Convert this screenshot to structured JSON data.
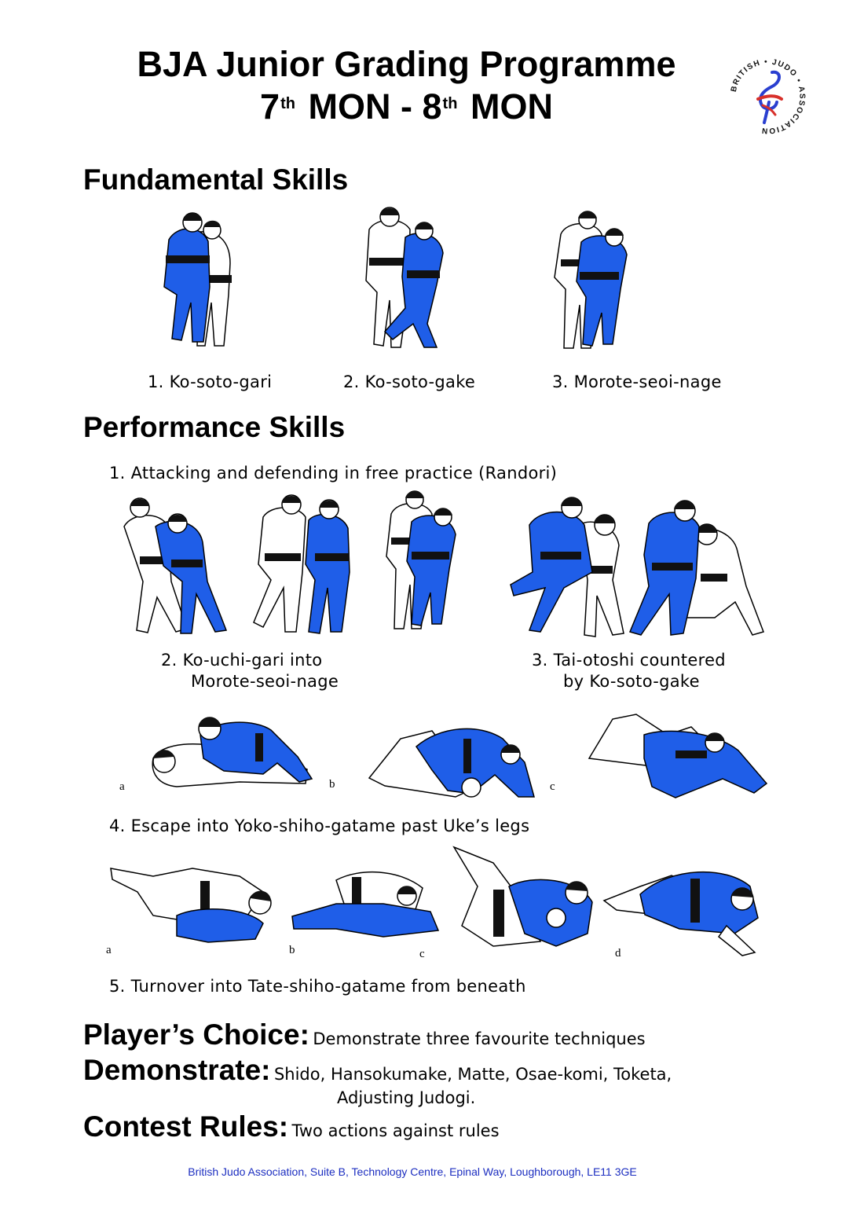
{
  "header": {
    "title_line1": "BJA Junior Grading Programme",
    "grade_from_num": "7",
    "grade_from_suffix": "th",
    "grade_word": "MON",
    "dash": "-",
    "grade_to_num": "8",
    "grade_to_suffix": "th",
    "logo_text": "BRITISH • JUDO • ASSOCIATION"
  },
  "fundamental": {
    "heading": "Fundamental Skills",
    "items": [
      "1. Ko-soto-gari",
      "2. Ko-soto-gake",
      "3. Morote-seoi-nage"
    ]
  },
  "performance": {
    "heading": "Performance Skills",
    "item1": "1. Attacking and defending in free practice (Randori)",
    "item2_line1": "2. Ko-uchi-gari into",
    "item2_line2": "Morote-seoi-nage",
    "item3_line1": "3. Tai-otoshi  countered",
    "item3_line2": "by Ko-soto-gake",
    "item4": "4. Escape into Yoko-shiho-gatame past Uke’s legs",
    "item4_letters": [
      "a",
      "b",
      "c"
    ],
    "item5": "5. Turnover into Tate-shiho-gatame from beneath",
    "item5_letters": [
      "a",
      "b",
      "c",
      "d"
    ]
  },
  "players_choice": {
    "heading": "Player’s Choice:",
    "text": "Demonstrate three favourite techniques"
  },
  "demonstrate": {
    "heading": "Demonstrate:",
    "line1": "Shido, Hansokumake, Matte, Osae-komi, Toketa,",
    "line2": "Adjusting Judogi."
  },
  "contest_rules": {
    "heading": "Contest Rules:",
    "text": "Two actions against rules"
  },
  "footer": {
    "address": "British Judo Association, Suite B, Technology Centre, Epinal Way, Loughborough, LE11 3GE"
  },
  "colors": {
    "judogi_blue": "#1f5ee8",
    "footer_blue": "#1c2ec0",
    "logo_blue": "#2a3fd0",
    "logo_red": "#d8302a"
  }
}
